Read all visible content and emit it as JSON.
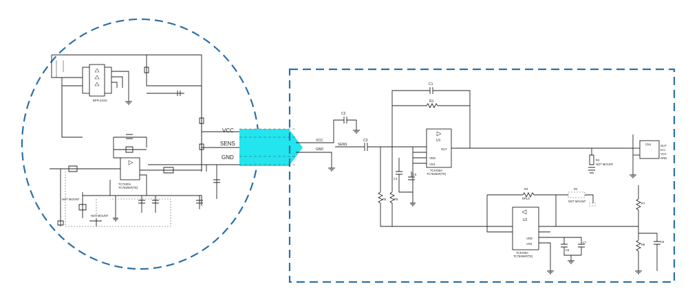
{
  "connector": {
    "vcc": "VCC",
    "sens": "SENS",
    "gnd": "GND",
    "color": "#22e5ee"
  },
  "frame_color": "#2a6fa8",
  "left": {
    "chip_a": "BPR-2XXX",
    "chip_b_part": "TC7SZ04",
    "chip_b_part2": "TC75S56F(TE)",
    "jack_left": "NOT MOUNT",
    "jack_bottom": "NOT MOUNT"
  },
  "right": {
    "c2": "C2",
    "c3": "C3",
    "c1": "C1",
    "r1": "R1",
    "vcc_net": "VCC",
    "gnd_net": "GND",
    "sens_net": "SENS",
    "u1_name": "U1",
    "u1_out": "OUT",
    "u1_vdd": "VDD",
    "u1_vss": "VSS",
    "u1_part": "TC5-DBA",
    "u1_part2": "TC75S56F(TE)",
    "c4": "C4",
    "c5": "C5",
    "r5": "R5",
    "r6": "R6",
    "r2": "R2",
    "r2_nm": "NOT MOUNT",
    "r3": "R3",
    "r3_val": "RPLS",
    "r4": "R4",
    "r4_nm": "NOT MOUNT",
    "u2_name": "U2",
    "u2_vdd": "VDD",
    "u2_vss": "VSS",
    "u2_part": "TC5-DBA",
    "u2_part2": "TC75S56F(TE)",
    "c6": "C6",
    "c7": "C7",
    "r7": "R7",
    "r8": "R8",
    "c8": "C8",
    "cn_name": "CN1",
    "cn_pins": [
      "OUT",
      "N.C.",
      "VCC",
      "GND"
    ]
  }
}
